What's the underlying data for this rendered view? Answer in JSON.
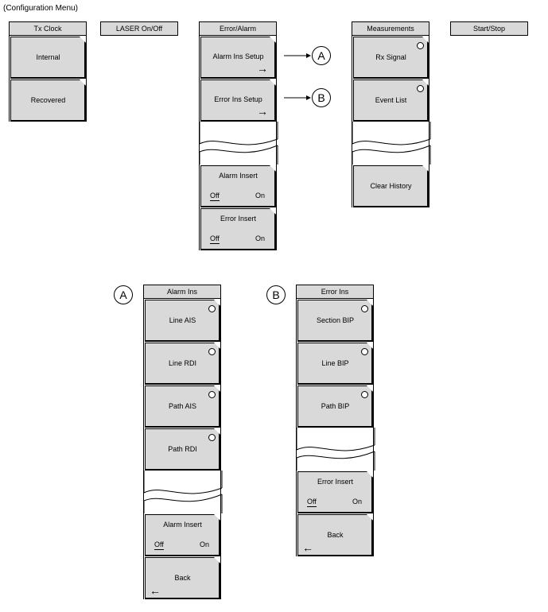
{
  "caption": "(Configuration Menu)",
  "tx_clock": {
    "header": "Tx Clock",
    "keys": [
      {
        "label": "Internal"
      },
      {
        "label": "Recovered"
      }
    ]
  },
  "laser": {
    "header": "LASER On/Off"
  },
  "error_alarm": {
    "header": "Error/Alarm",
    "alarm_ins_setup": "Alarm Ins Setup",
    "error_ins_setup": "Error Ins Setup",
    "alarm_insert": {
      "label": "Alarm Insert",
      "off": "Off",
      "on": "On"
    },
    "error_insert": {
      "label": "Error Insert",
      "off": "Off",
      "on": "On"
    },
    "arrow": "→"
  },
  "measurements": {
    "header": "Measurements",
    "keys": [
      {
        "label": "Rx Signal"
      },
      {
        "label": "Event List"
      },
      {
        "label": "Clear History"
      }
    ]
  },
  "start_stop": {
    "header": "Start/Stop"
  },
  "callouts": {
    "a": "A",
    "b": "B"
  },
  "alarm_ins": {
    "header": "Alarm Ins",
    "keys": [
      {
        "label": "Line AIS"
      },
      {
        "label": "Line RDI"
      },
      {
        "label": "Path AIS"
      },
      {
        "label": "Path RDI"
      }
    ],
    "alarm_insert": {
      "label": "Alarm Insert",
      "off": "Off",
      "on": "On"
    },
    "back": "Back",
    "back_arrow": "←"
  },
  "error_ins": {
    "header": "Error Ins",
    "keys": [
      {
        "label": "Section BIP"
      },
      {
        "label": "Line BIP"
      },
      {
        "label": "Path BIP"
      }
    ],
    "error_insert": {
      "label": "Error Insert",
      "off": "Off",
      "on": "On"
    },
    "back": "Back",
    "back_arrow": "←"
  }
}
